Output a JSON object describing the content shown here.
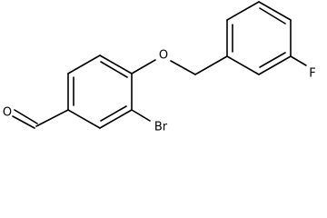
{
  "molecule": {
    "atoms": {
      "aldehyde_oxygen": "O",
      "bromine": "Br",
      "ether_oxygen": "O",
      "fluorine": "F"
    }
  }
}
